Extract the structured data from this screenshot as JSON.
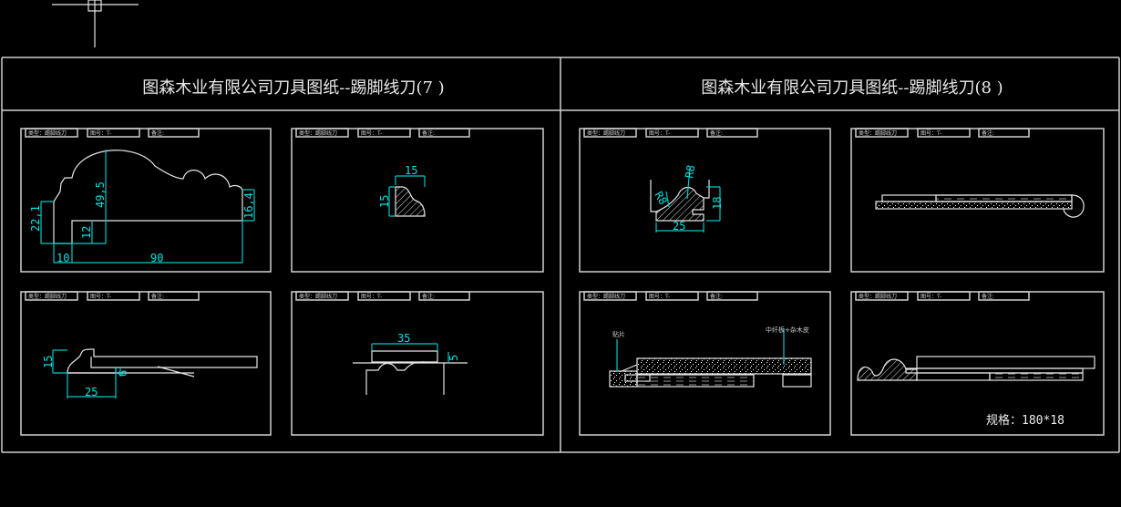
{
  "sheets": [
    {
      "title": "图森木业有限公司刀具图纸--踢脚线刀(7 )"
    },
    {
      "title": "图森木业有限公司刀具图纸--踢脚线刀(8 )"
    }
  ],
  "labels": {
    "type": "类型：踢脚线刀",
    "drawing_no": "图号：T-",
    "remark": "备注:"
  },
  "panel1": {
    "dims": [
      "22,1",
      "49,5",
      "12",
      "16,4",
      "10",
      "90"
    ]
  },
  "panel2": {
    "dims": [
      "15",
      "15"
    ]
  },
  "panel3": {
    "dims": [
      "15",
      "6",
      "25"
    ]
  },
  "panel4": {
    "dims": [
      "35",
      "5"
    ]
  },
  "panel5": {
    "dims": [
      "R8",
      "R8",
      "18",
      "25"
    ]
  },
  "panel7": {
    "annotations": [
      "贴片",
      "中纤板+杂木皮"
    ]
  },
  "panel8": {
    "spec": "规格：180*18"
  },
  "colors": {
    "dimension": "#00c8c8",
    "line": "#e6e6e6",
    "background": "#000000"
  }
}
